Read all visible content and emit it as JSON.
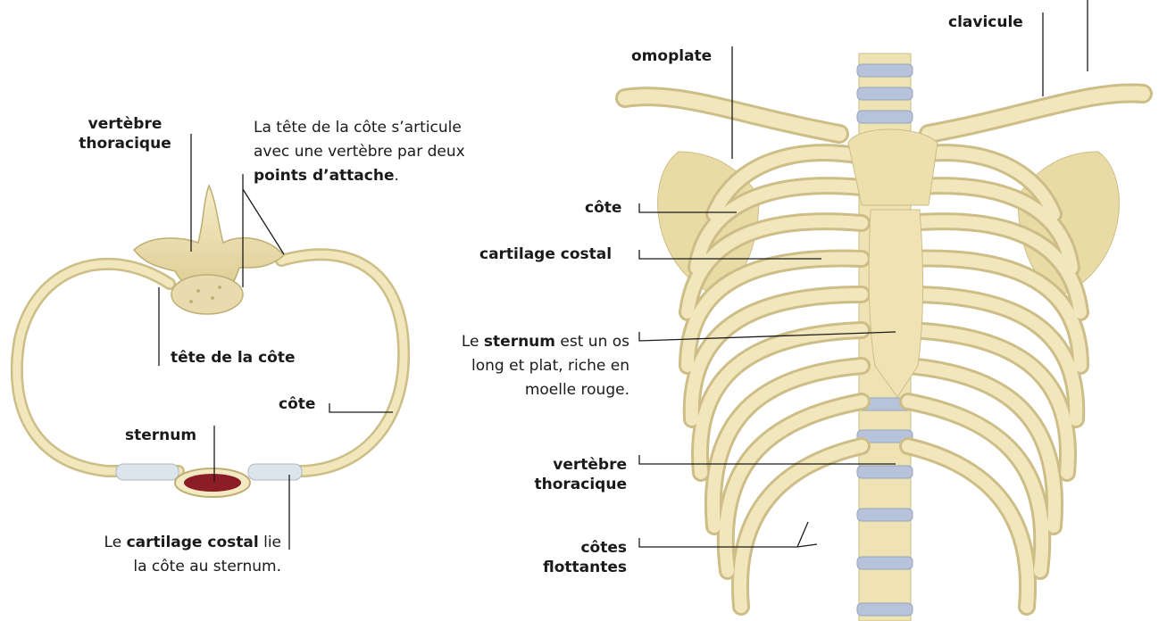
{
  "left_figure": {
    "vertebre_thoracique": [
      "vertèbre",
      "thoracique"
    ],
    "tete_caption": {
      "line1": "La tête de la côte s’articule",
      "line2": "avec une vertèbre par deux",
      "line3_bold": "points d’attache",
      "line3_tail": "."
    },
    "tete_de_la_cote": "tête de la côte",
    "cote": "côte",
    "sternum": "sternum",
    "cartilage_caption": {
      "prefix": "Le ",
      "bold": "cartilage costal",
      "suffix": " lie",
      "line2": "la côte au sternum."
    }
  },
  "right_figure": {
    "clavicule": "clavicule",
    "omoplate": "omoplate",
    "cote": "côte",
    "cartilage_costal": "cartilage costal",
    "sternum_caption": {
      "prefix": "Le ",
      "bold": "sternum",
      "suffix": " est un os",
      "line2": "long et plat, riche en",
      "line3": "moelle rouge."
    },
    "vertebre_thoracique": [
      "vertèbre",
      "thoracique"
    ],
    "cotes_flottantes": [
      "côtes",
      "flottantes"
    ]
  },
  "colors": {
    "bone": "#efe3b4",
    "bone_shadow": "#cdbd86",
    "cartilage": "#d9e2ea",
    "marrow": "#8c1c25",
    "disc": "#b7c3db",
    "leader_line": "#1a1a1a"
  }
}
